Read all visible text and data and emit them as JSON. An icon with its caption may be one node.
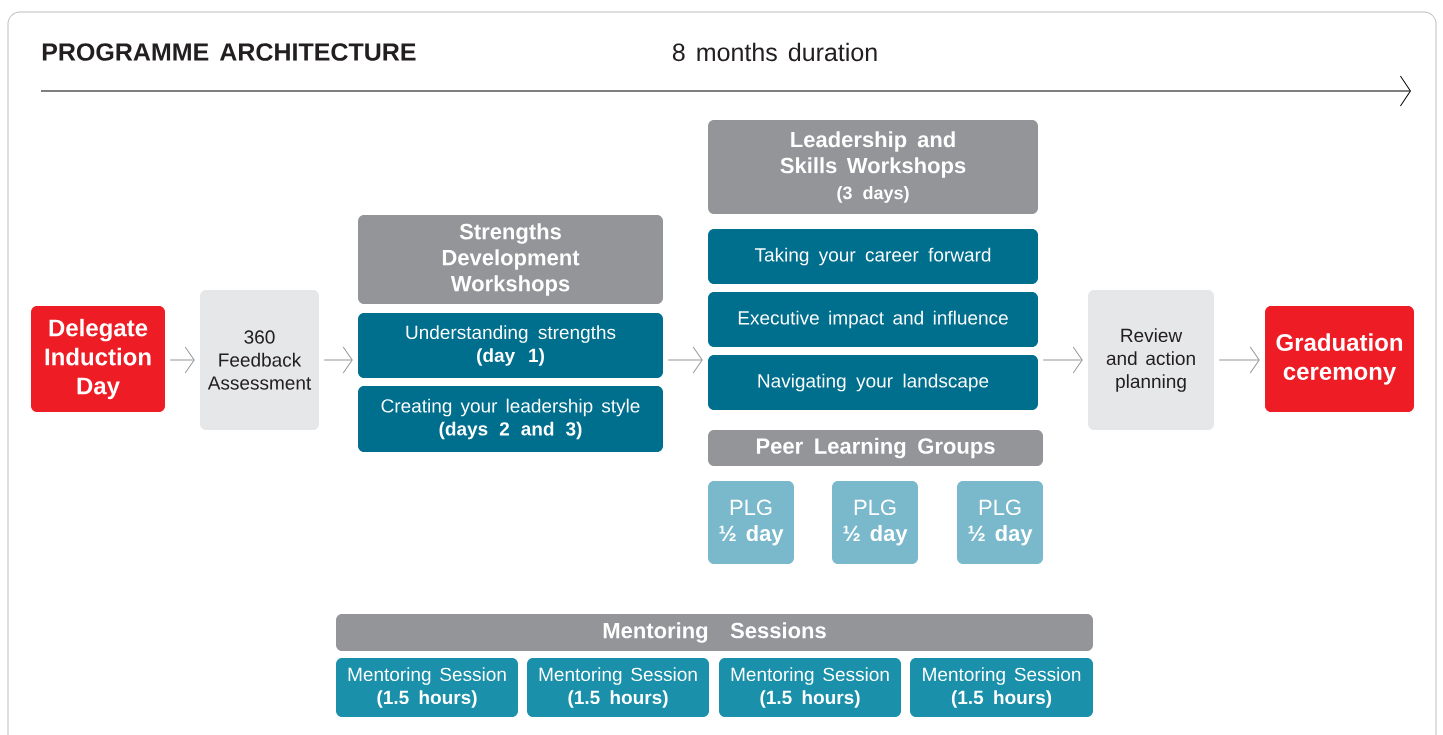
{
  "diagram": {
    "title": "PROGRAMME ARCHITECTURE",
    "nodes": [
      {
        "text": [
          "Delegate Induction Day"
        ]
      },
      {
        "text": [
          "360 Feedback Assessment"
        ]
      },
      {
        "text": [
          "Strengths Development Workshops"
        ]
      },
      {
        "text": [
          "Understanding strengths",
          "(day 1)"
        ]
      },
      {
        "text": [
          "Creating your leadership style",
          "(days 2 and 3)"
        ]
      },
      {
        "text": [
          "Leadership and Skills Workshops",
          "(3 days)"
        ]
      },
      {
        "text": [
          "Taking your career forward"
        ]
      },
      {
        "text": [
          "Executive impact and influence"
        ]
      },
      {
        "text": [
          "Navigating your landscape"
        ]
      },
      {
        "text": [
          "Peer Learning Groups"
        ]
      },
      {
        "text": [
          "PLG",
          "½ day"
        ]
      },
      {
        "text": [
          "PLG",
          "½ day"
        ]
      },
      {
        "text": [
          "PLG",
          "½ day"
        ]
      },
      {
        "text": [
          "Review and action planning"
        ]
      },
      {
        "text": [
          "Graduation ceremony"
        ]
      },
      {
        "text": [
          "Mentoring Sessions"
        ]
      },
      {
        "text": [
          "Mentoring Session",
          "(1.5 hours)"
        ]
      },
      {
        "text": [
          "Mentoring Session",
          "(1.5 hours)"
        ]
      },
      {
        "text": [
          "Mentoring Session",
          "(1.5 hours)"
        ]
      },
      {
        "text": [
          "Mentoring Session",
          "(1.5 hours)"
        ]
      }
    ],
    "edges": [
      {
        "from": 0,
        "to": 1,
        "arrow": "to"
      },
      {
        "from": 1,
        "to": 3,
        "arrow": "to"
      },
      {
        "from": 3,
        "to": 8,
        "arrow": "to"
      },
      {
        "from": 8,
        "to": 13,
        "arrow": "to"
      },
      {
        "from": 13,
        "to": 14,
        "arrow": "to"
      }
    ],
    "labels": [
      "8 months duration"
    ]
  }
}
